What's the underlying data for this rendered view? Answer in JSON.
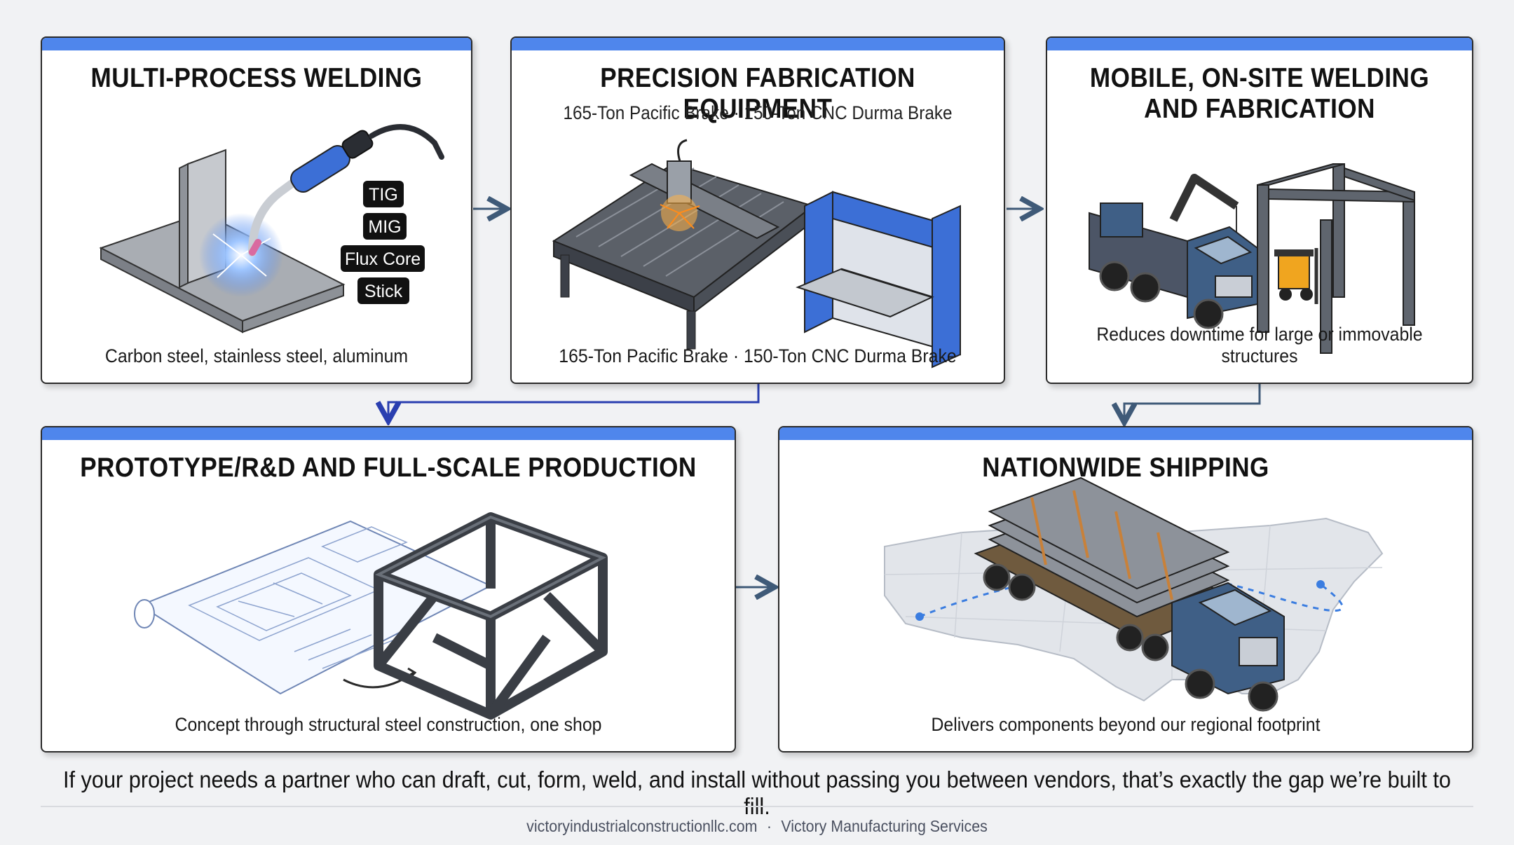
{
  "cards": [
    {
      "title": "MULTI-PROCESS WELDING",
      "caption": "Carbon steel, stainless steel, aluminum",
      "tags": [
        "TIG",
        "MIG",
        "Flux Core",
        "Stick"
      ]
    },
    {
      "title": "PRECISION FABRICATION EQUIPMENT",
      "subtitle": "165-Ton Pacific Brake · 150-Ton CNC Durma Brake",
      "caption": "165-Ton Pacific Brake · 150-Ton CNC Durma Brake"
    },
    {
      "title": "MOBILE, ON-SITE WELDING\nAND FABRICATION",
      "caption": "Reduces downtime for large or immovable structures"
    },
    {
      "title": "PROTOTYPE/R&D AND FULL-SCALE PRODUCTION",
      "caption": "Concept through structural steel construction, one shop"
    },
    {
      "title": "NATIONWIDE SHIPPING",
      "caption": "Delivers components beyond our regional footprint"
    }
  ],
  "tagline": "If your project needs a partner who can draft, cut, form, weld, and install without passing you between vendors, that’s exactly the gap we’re built to fill.",
  "footer": {
    "website": "victoryindustrialconstructionllc.com",
    "separator": "·",
    "company": "Victory Manufacturing Services"
  },
  "colors": {
    "accent_bar": "#4f86ec",
    "connector": "#2a3fb0",
    "connector_alt": "#3f5a78",
    "arc": "#e07b2a",
    "truck": "#3f5f86",
    "machine_blue": "#3c6fd6"
  }
}
